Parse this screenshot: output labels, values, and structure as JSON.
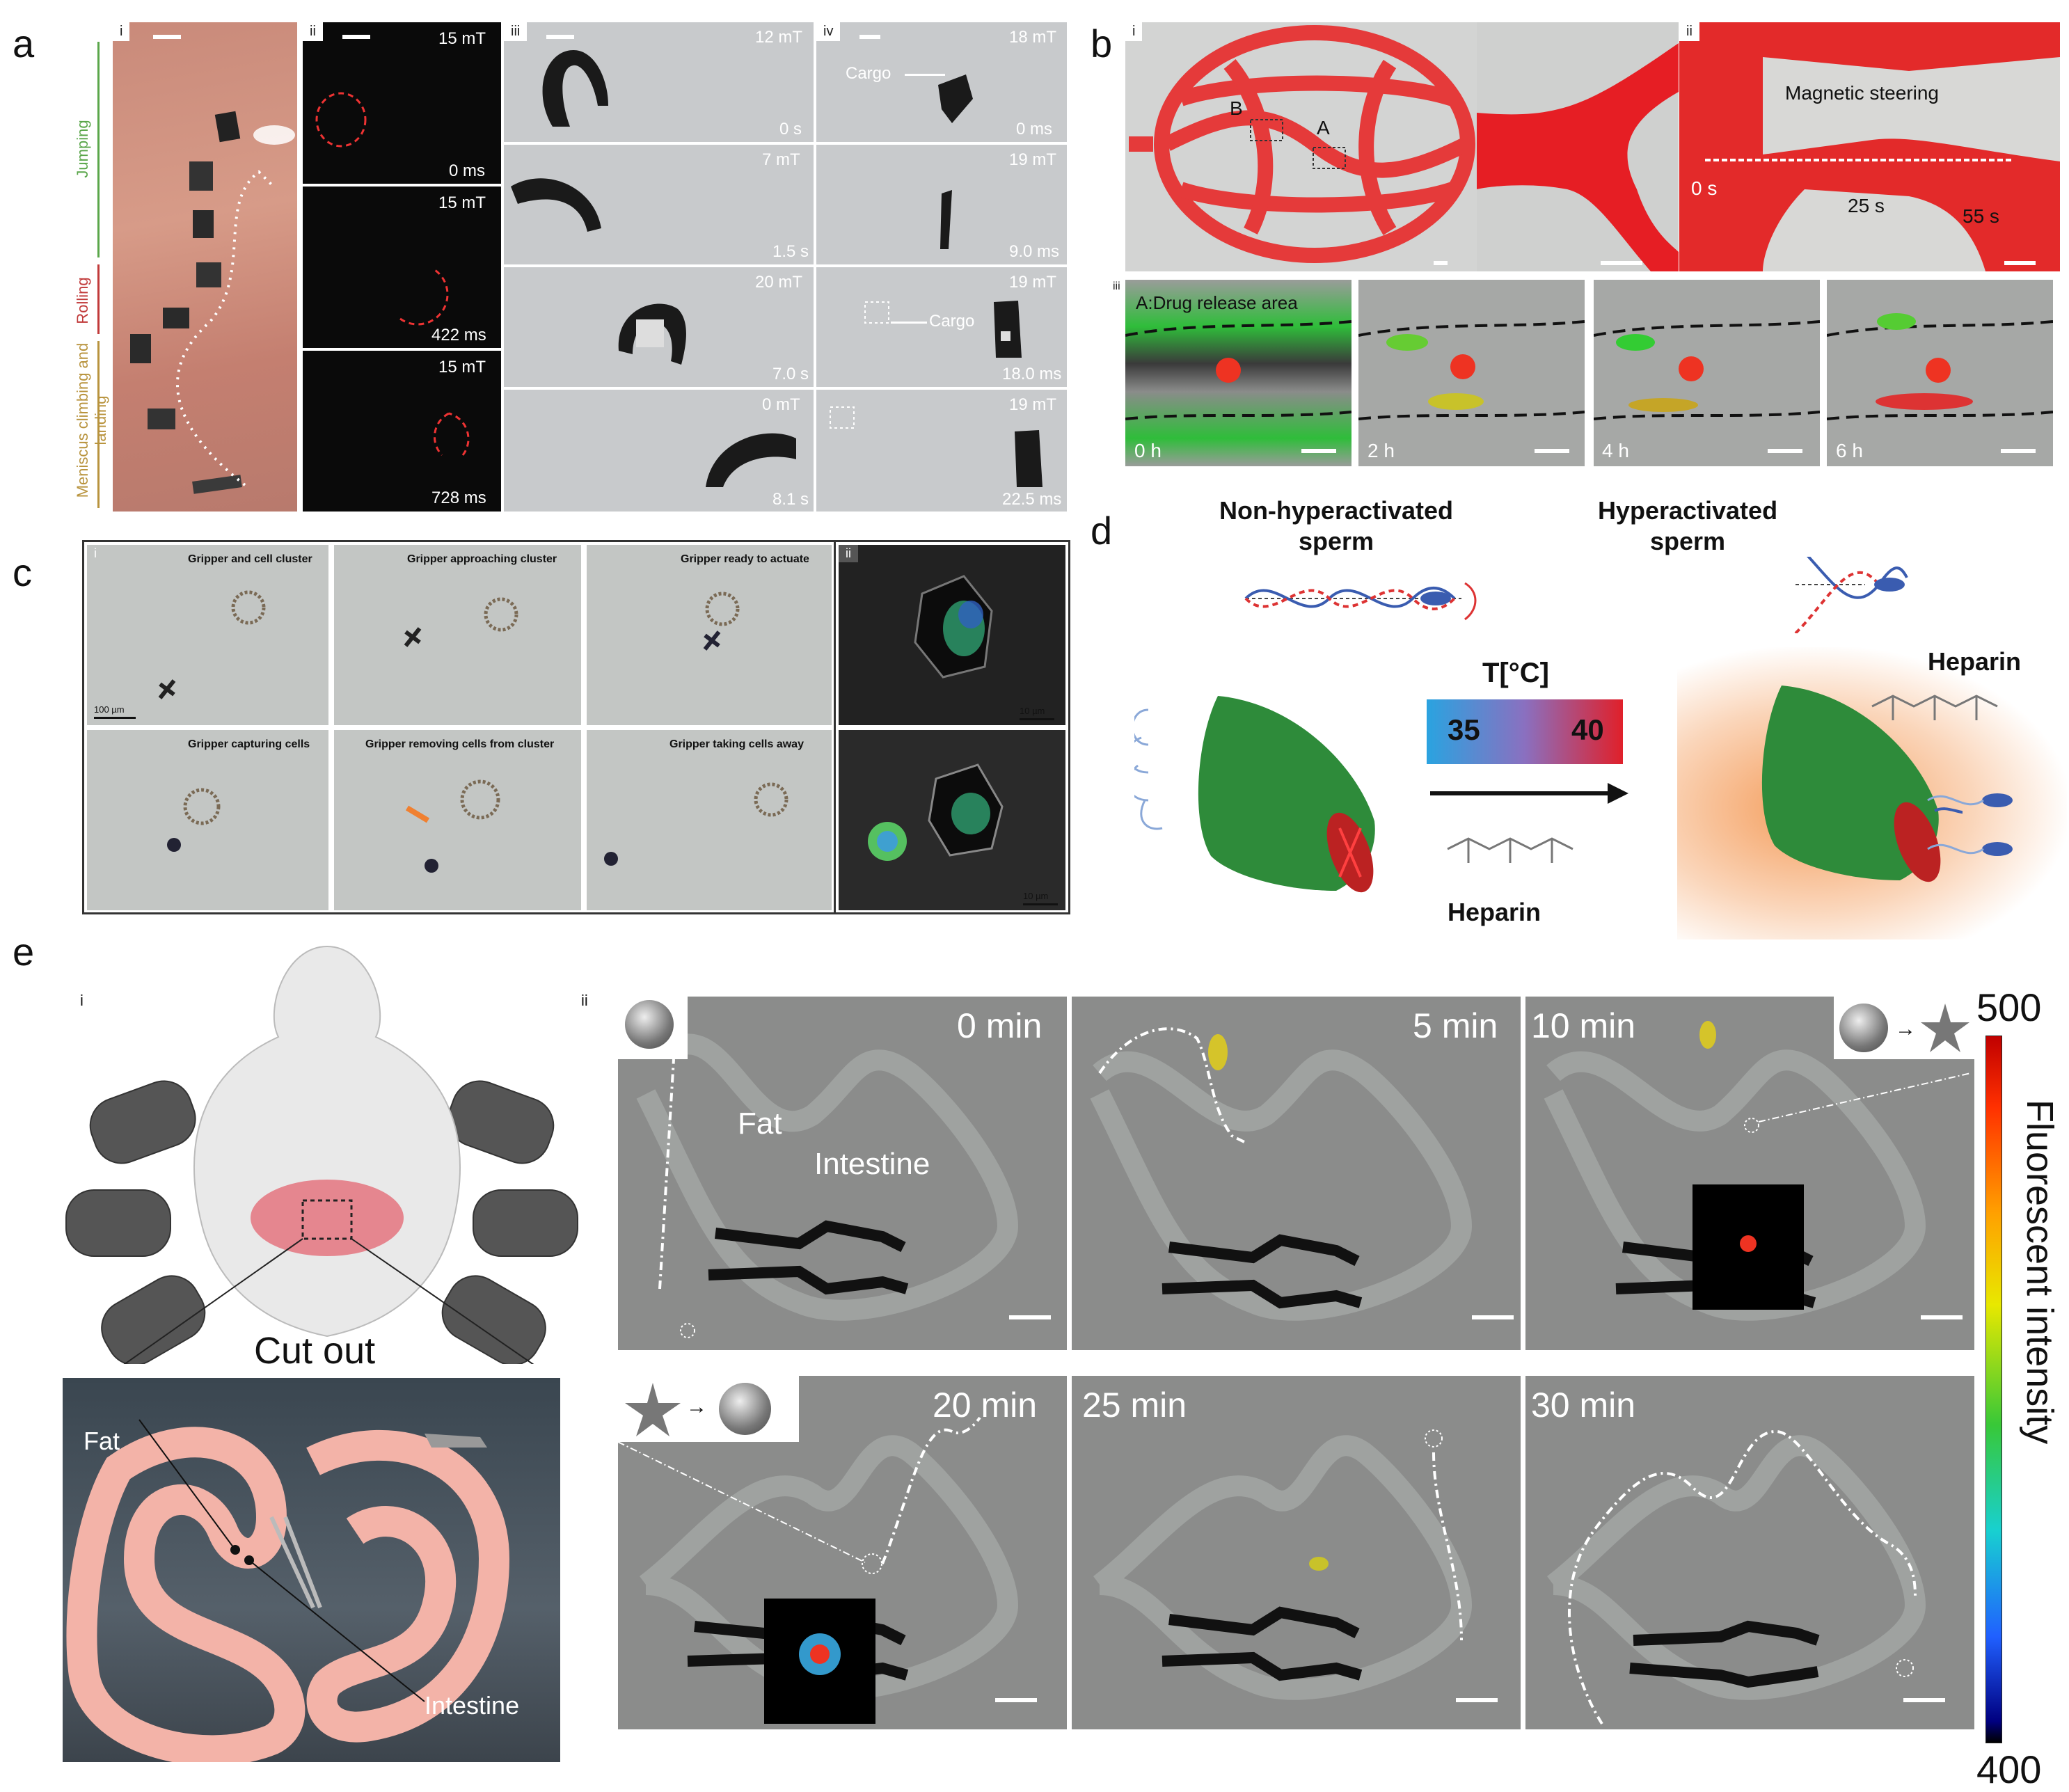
{
  "panel_letters": {
    "a": "a",
    "b": "b",
    "c": "c",
    "d": "d",
    "e": "e"
  },
  "a": {
    "sub_i": "i",
    "sub_ii": "ii",
    "sub_iii": "iii",
    "sub_iv": "iv",
    "side_labels": {
      "jumping": "Jumping",
      "rolling": "Rolling",
      "meniscus": "Meniscus climbing and landing"
    },
    "ii_fields": [
      "15 mT",
      "15 mT",
      "15 mT"
    ],
    "ii_times": [
      "0 ms",
      "422 ms",
      "728 ms"
    ],
    "iii_fields": [
      "12 mT",
      "7 mT",
      "20 mT",
      "0 mT"
    ],
    "iii_times": [
      "0 s",
      "1.5 s",
      "7.0 s",
      "8.1 s"
    ],
    "iv_fields": [
      "18 mT",
      "19 mT",
      "19 mT",
      "19 mT"
    ],
    "iv_times": [
      "0 ms",
      "9.0 ms",
      "18.0 ms",
      "22.5 ms"
    ],
    "iv_cargo": [
      "Cargo",
      "Cargo"
    ]
  },
  "b": {
    "sub_i": "i",
    "sub_ii": "ii",
    "sub_iii": "iii",
    "label_A": "A",
    "label_B": "B",
    "steering": "Magnetic steering",
    "steer_times": [
      "0 s",
      "25 s",
      "55 s"
    ],
    "drug_area": "A:Drug release area",
    "iii_times": [
      "0 h",
      "2 h",
      "4 h",
      "6 h"
    ]
  },
  "c": {
    "sub_i": "i",
    "sub_ii": "ii",
    "captions": [
      "Gripper and cell cluster",
      "Gripper approaching cluster",
      "Gripper ready to actuate",
      "Gripper capturing cells",
      "Gripper removing cells from cluster",
      "Gripper taking cells away"
    ],
    "scale_i": "100 µm",
    "scale_ii": [
      "10 µm",
      "10 µm"
    ]
  },
  "d": {
    "non_hyper": "Non-hyperactivated sperm",
    "hyper": "Hyperactivated sperm",
    "temp_label": "T[°C]",
    "t_low": "35",
    "t_high": "40",
    "heparin": [
      "Heparin",
      "Heparin"
    ],
    "colors": {
      "cone": "#2e8b3a",
      "temp_low": "#2aa3e0",
      "temp_high": "#e0202a",
      "glow": "#f28a3c"
    }
  },
  "e": {
    "sub_i": "i",
    "sub_ii": "ii",
    "cut_out": "Cut out",
    "fat": "Fat",
    "intestine": "Intestine",
    "ii_fat": "Fat",
    "ii_intestine": "Intestine",
    "times": [
      "0 min",
      "5 min",
      "10 min",
      "20 min",
      "25 min",
      "30 min"
    ],
    "colorbar": {
      "title": "Fluorescent intensity",
      "max": "500",
      "min": "400"
    }
  }
}
